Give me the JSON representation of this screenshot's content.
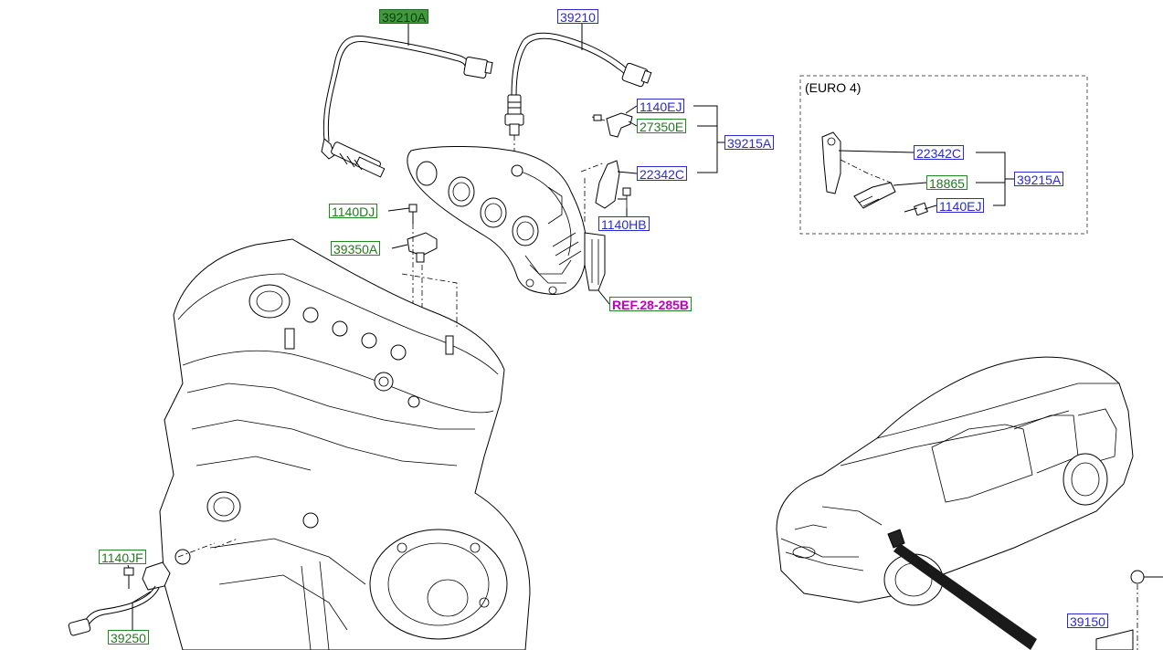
{
  "labels": {
    "sensor_front": "39210A",
    "sensor_rear": "39210",
    "bolt_bracket": "1140EJ",
    "nut_bracket": "27350E",
    "bracket_assy": "39215A",
    "bracket_main": "22342C",
    "bolt_lower": "1140HB",
    "bolt_cam": "1140DJ",
    "cam_sensor": "39350A",
    "ref": "REF.28-285B",
    "euro_bracket": "22342C",
    "euro_clip": "18865",
    "euro_bolt": "1140EJ",
    "euro_assy": "39215A",
    "knock_bolt": "1140JF",
    "knock_sensor": "39250",
    "right_bottom": "39150"
  },
  "euro_box_title": "(EURO 4)",
  "colors": {
    "blue_tag": "#2a2ad8",
    "green_tag": "#1f8a1f",
    "filled_tag": "#3f9a3f",
    "ref_text": "#c000c0"
  }
}
